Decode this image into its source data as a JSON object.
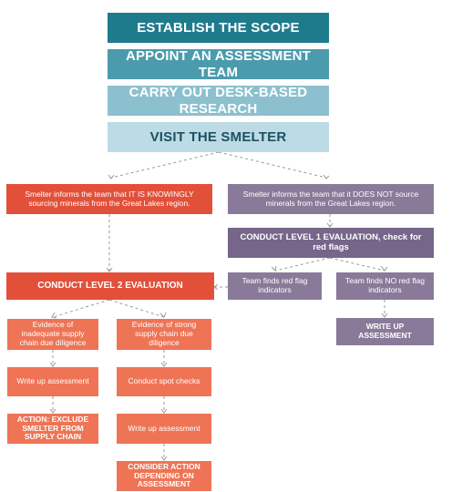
{
  "steps": {
    "scope": "ESTABLISH THE SCOPE",
    "team": "APPOINT AN ASSESSMENT TEAM",
    "research": "CARRY OUT DESK-BASED RESEARCH",
    "visit": "VISIT THE SMELTER"
  },
  "left_branch": {
    "informs": "Smelter informs the team that IT IS KNOWINGLY sourcing minerals from the Great Lakes region.",
    "level2": "CONDUCT LEVEL 2 EVALUATION",
    "inadequate": "Evidence of inadequate supply chain due diligence",
    "strong": "Evidence of strong supply chain due diligence",
    "write_up_a": "Write up assessment",
    "spot_checks": "Conduct spot checks",
    "exclude": "ACTION: EXCLUDE SMELTER FROM SUPPLY CHAIN",
    "write_up_b": "Write up assessment",
    "consider": "CONSIDER ACTION DEPENDING ON ASSESSMENT"
  },
  "right_branch": {
    "informs": "Smelter informs the team that it DOES NOT source minerals from the Great Lakes region.",
    "level1": "CONDUCT LEVEL 1 EVALUATION, check for red flags",
    "finds": "Team finds red flag indicators",
    "finds_no": "Team finds NO red flag indicators",
    "write_up": "WRITE UP ASSESSMENT"
  },
  "colors": {
    "teal_dark": "#1e7b8c",
    "teal_mid": "#4c9bad",
    "teal_light": "#8cc0ce",
    "teal_pale": "#bcdbe4",
    "red": "#e2503a",
    "orange": "#ee7455",
    "purple": "#8a7a99",
    "connector": "#9a9a9a"
  }
}
